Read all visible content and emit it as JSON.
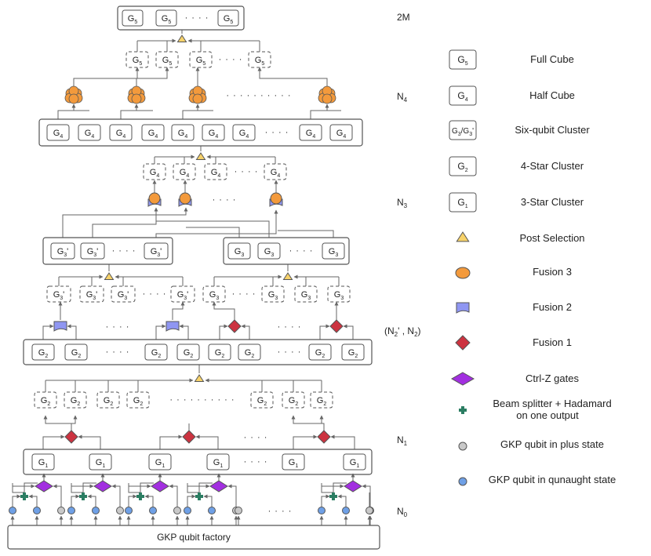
{
  "factory_label": "GKP qubit factory",
  "gate_labels": {
    "g1": "G",
    "g2": "G",
    "g3": "G",
    "g3p": "G",
    "g4": "G",
    "g5": "G",
    "sub1": "1",
    "sub2": "2",
    "sub3": "3",
    "sub4": "4",
    "sub5": "5",
    "prime": "'",
    "g3_slash": "/G",
    "dots": "· · · ·",
    "dots_long": "· · · · · · · · · ·"
  },
  "level_labels": {
    "n0": "N",
    "n0_sub": "0",
    "n1": "N",
    "n1_sub": "1",
    "n2": "(N",
    "n2_sub": "2",
    "n2_prime": "' , N",
    "n2_sub2": "2",
    "n2_close": ")",
    "n3": "N",
    "n3_sub": "3",
    "n4": "N",
    "n4_sub": "4",
    "top": "2M"
  },
  "legend": [
    {
      "key": "g5",
      "label": "Full Cube"
    },
    {
      "key": "g4",
      "label": "Half Cube"
    },
    {
      "key": "g3",
      "label": "Six-qubit Cluster"
    },
    {
      "key": "g2",
      "label": "4-Star Cluster"
    },
    {
      "key": "g1",
      "label": "3-Star Cluster"
    },
    {
      "key": "post_selection",
      "label": "Post Selection"
    },
    {
      "key": "fusion3",
      "label": "Fusion 3"
    },
    {
      "key": "fusion2",
      "label": "Fusion 2"
    },
    {
      "key": "fusion1",
      "label": "Fusion 1"
    },
    {
      "key": "ctrlz",
      "label": "Ctrl-Z gates"
    },
    {
      "key": "beam_splitter",
      "label": "Beam splitter + Hadamard",
      "label2": "on one output"
    },
    {
      "key": "gkp_plus",
      "label": "GKP qubit in plus state"
    },
    {
      "key": "gkp_qunaught",
      "label": "GKP qubit in qunaught state"
    }
  ],
  "colors": {
    "post_selection": "#f7d26a",
    "fusion3": "#f39a3c",
    "fusion2": "#8f96f2",
    "fusion1": "#cc3340",
    "ctrlz": "#a22fe0",
    "beam_splitter": "#2b7d62",
    "gkp_plus": "#c9c9c9",
    "gkp_qunaught": "#6fa0e6",
    "line": "#666666"
  }
}
